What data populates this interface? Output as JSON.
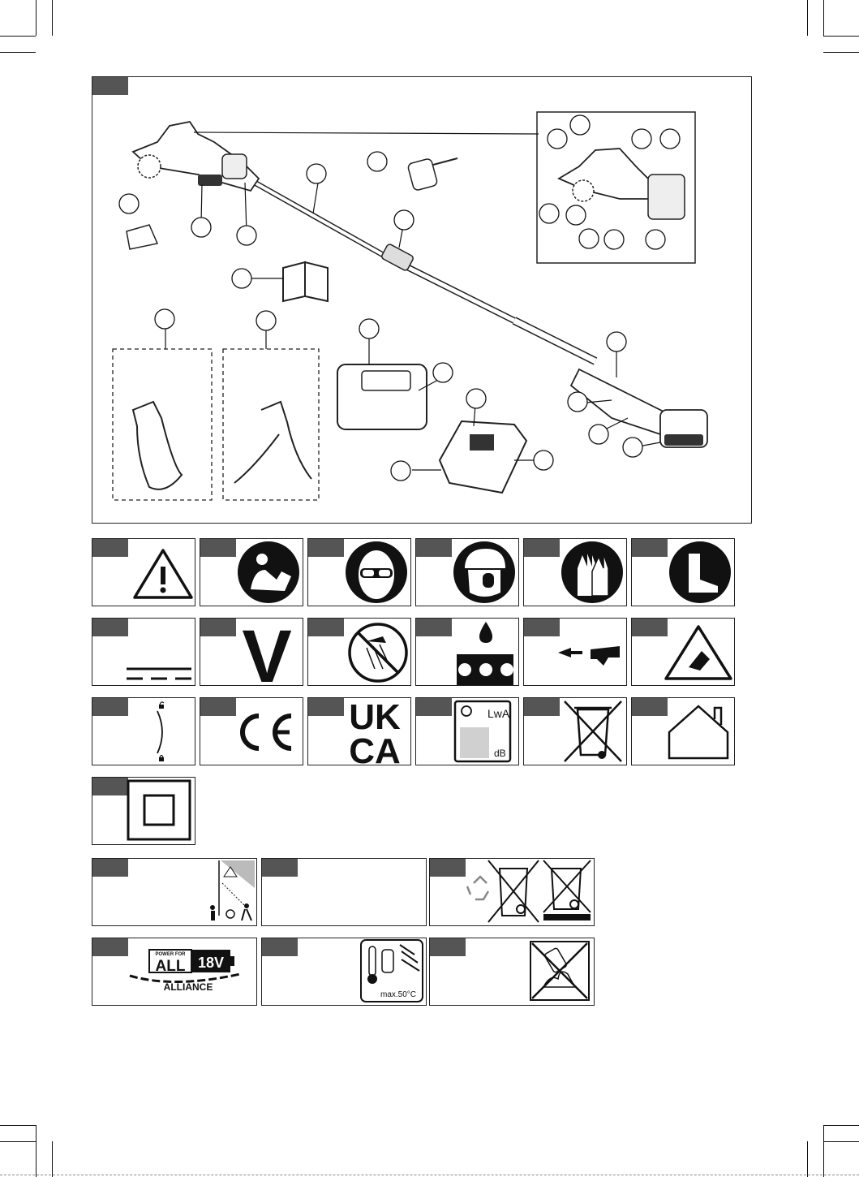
{
  "page": {
    "title": "",
    "figure_number": ""
  },
  "symbol_grid": {
    "rows": [
      [
        "warning-triangle-icon",
        "read-manual-icon",
        "eye-protection-icon",
        "helmet-hearing-protection-icon",
        "protective-gloves-icon",
        "protective-boots-icon"
      ],
      [
        "distance-dashes-icon",
        "voltage-v-icon",
        "no-rain-icon",
        "chain-oil-icon",
        "chain-direction-icon",
        "cutting-hazard-icon"
      ],
      [
        "lock-unlock-icon",
        "ce-mark-icon",
        "ukca-mark-icon",
        "sound-power-lwa-icon",
        "weee-crossed-bin-icon",
        "indoor-use-house-icon"
      ],
      [
        "double-insulation-icon"
      ]
    ]
  },
  "labels": {
    "ce": "CE",
    "uk": "UK",
    "ca": "CA",
    "lwa": "LwA",
    "db": "dB",
    "v": "V",
    "power_for": "POWER FOR",
    "all": "ALL",
    "eighteen_v": "18V",
    "alliance": "ALLIANCE",
    "max_temp": "max.50°C"
  },
  "colors": {
    "tab": "#555555",
    "ink": "#111111",
    "grey_fill": "#d0d0d0"
  }
}
